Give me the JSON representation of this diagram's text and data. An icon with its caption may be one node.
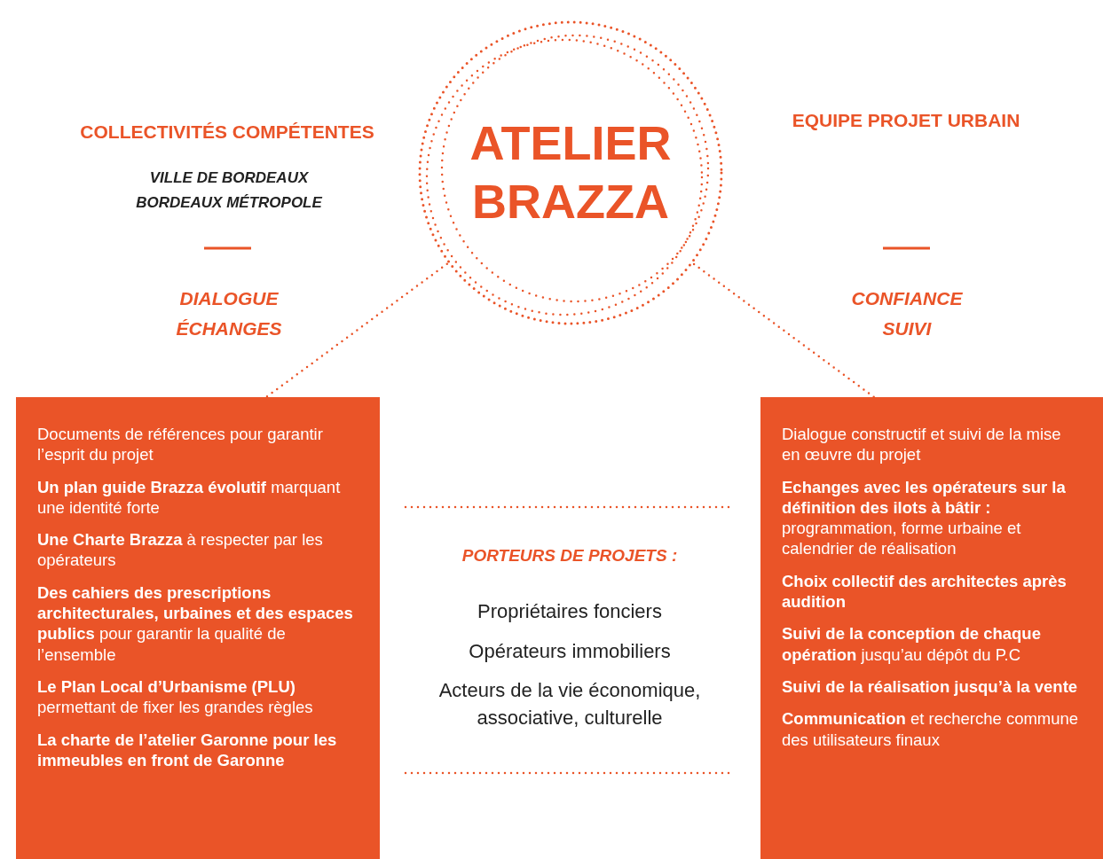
{
  "diagram": {
    "nodes": [
      {
        "text": [
          "ATELIER BRAZZA"
        ]
      },
      {
        "text": [
          "Documents de références pour garantir l’esprit du projet",
          "**Un plan guide Brazza évolutif** marquant une identité forte",
          "**Une Charte Brazza** à respecter par les opérateurs",
          "**Des cahiers des prescriptions architecturales, urbaines et des espaces publics** pour garantir la qualité de l’ensemble",
          "**Le Plan Local d’Urbanisme (PLU)** permettant de fixer les grandes règles",
          "**La charte de l’atelier Garonne pour les immeubles en front de Garonne**"
        ]
      },
      {
        "text": [
          "Dialogue constructif et suivi de la mise en œuvre du projet",
          "**Echanges avec les opérateurs sur la définition des ilots à bâtir :** programmation, forme urbaine et calendrier de réalisation",
          "**Choix collectif des architectes après audition**",
          "**Suivi de la conception de chaque opération** jusqu’au dépôt du P.C",
          "**Suivi de la réalisation jusqu’à la vente**",
          "**Communication** et recherche commune des utilisateurs finaux"
        ]
      }
    ],
    "edges": [
      {
        "from": 0,
        "to": 1,
        "arrow": "none",
        "style": "dashed"
      },
      {
        "from": 0,
        "to": 2,
        "arrow": "none",
        "style": "dashed"
      }
    ],
    "labels": [
      "COLLECTIVITÉS COMPÉTENTES",
      "VILLE DE BORDEAUX",
      "BORDEAUX MÉTROPOLE",
      "EQUIPE PROJET URBAIN",
      "DIALOGUE",
      "ÉCHANGES",
      "CONFIANCE",
      "SUIVI",
      "PORTEURS DE PROJETS :",
      "Propriétaires fonciers",
      "Opérateurs immobiliers",
      "Acteurs de la vie économique, associative, culturelle"
    ]
  }
}
